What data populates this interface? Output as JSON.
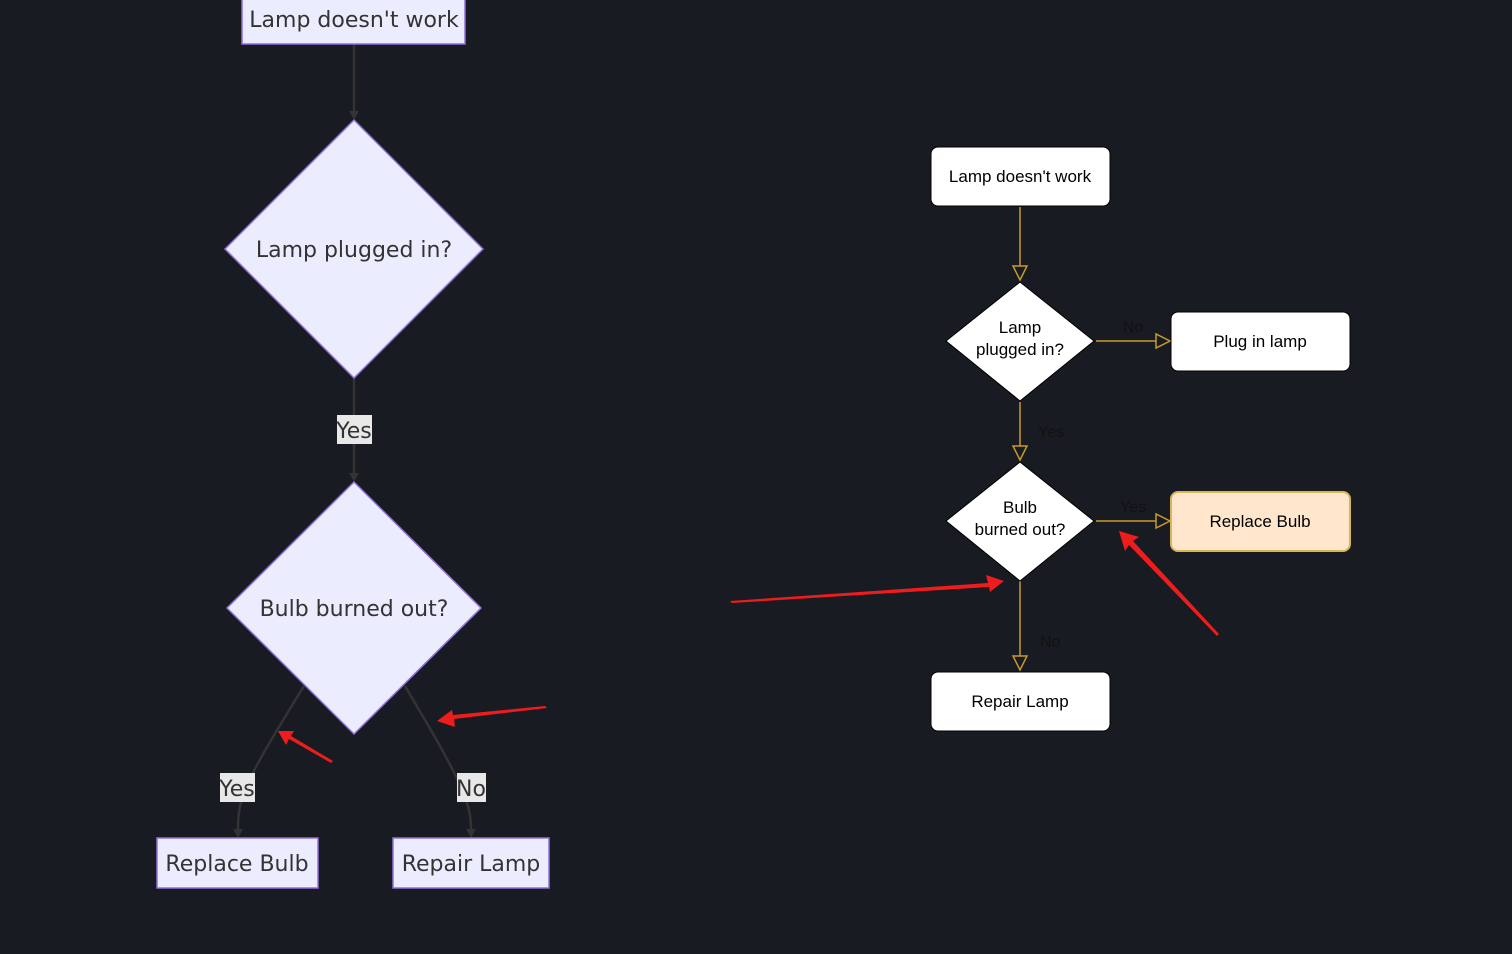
{
  "left_diagram": {
    "nodes": {
      "start": "Lamp doesn't work",
      "plugged": "Lamp plugged in?",
      "burned": "Bulb burned out?",
      "replace": "Replace Bulb",
      "repair": "Repair Lamp"
    },
    "edge_labels": {
      "plugged_yes": "Yes",
      "burned_yes": "Yes",
      "burned_no": "No"
    },
    "colors": {
      "node_fill": "#ececff",
      "node_stroke": "#9370db",
      "edge": "#333333"
    }
  },
  "right_diagram": {
    "nodes": {
      "start": "Lamp doesn't work",
      "plugged_line1": "Lamp",
      "plugged_line2": "plugged in?",
      "plug_in": "Plug in lamp",
      "burned_line1": "Bulb",
      "burned_line2": "burned out?",
      "replace": "Replace Bulb",
      "repair": "Repair Lamp"
    },
    "edge_labels": {
      "plugged_no": "No",
      "plugged_yes": "Yes",
      "burned_yes": "Yes",
      "burned_no": "No"
    },
    "colors": {
      "node_fill": "#ffffff",
      "highlight_fill": "#ffe6cc",
      "highlight_stroke": "#d6b656",
      "edge": "#c89a2e"
    }
  },
  "annotations": {
    "arrow_color": "#ee1c1c",
    "count": 4
  },
  "background": "#181b21"
}
